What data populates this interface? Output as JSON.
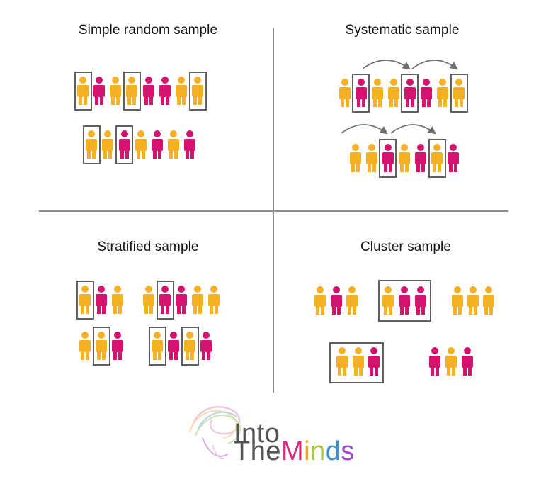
{
  "colors": {
    "yellow": "#f6b024",
    "pink": "#d4136f",
    "frame": "#5f5f5f",
    "arrow": "#6e6e6e",
    "divider": "#8c8c8c"
  },
  "icons": {
    "person": "person-icon",
    "selection_frame": "selection-frame",
    "skip_arrow": "curved-arrow-icon"
  },
  "quadrants": {
    "simple_random": {
      "title": "Simple random sample",
      "rows": [
        "Y P Y Y P P Y Y",
        "Y Y P Y P Y P"
      ]
    },
    "systematic": {
      "title": "Systematic sample",
      "rows": [
        "Y P Y Y P P Y Y",
        "Y Y P Y P Y P"
      ]
    },
    "stratified": {
      "title": "Stratified sample",
      "groups": [
        "Y P Y",
        "Y P P Y Y",
        "Y Y P",
        "Y P Y P"
      ]
    },
    "cluster": {
      "title": "Cluster sample",
      "clusters": [
        "Y P Y",
        "Y P P",
        "Y Y Y",
        "Y Y P",
        "P Y P"
      ]
    }
  },
  "logo": {
    "line1": "Into",
    "line2_prefix": "The",
    "line2_suffix": "Minds"
  }
}
